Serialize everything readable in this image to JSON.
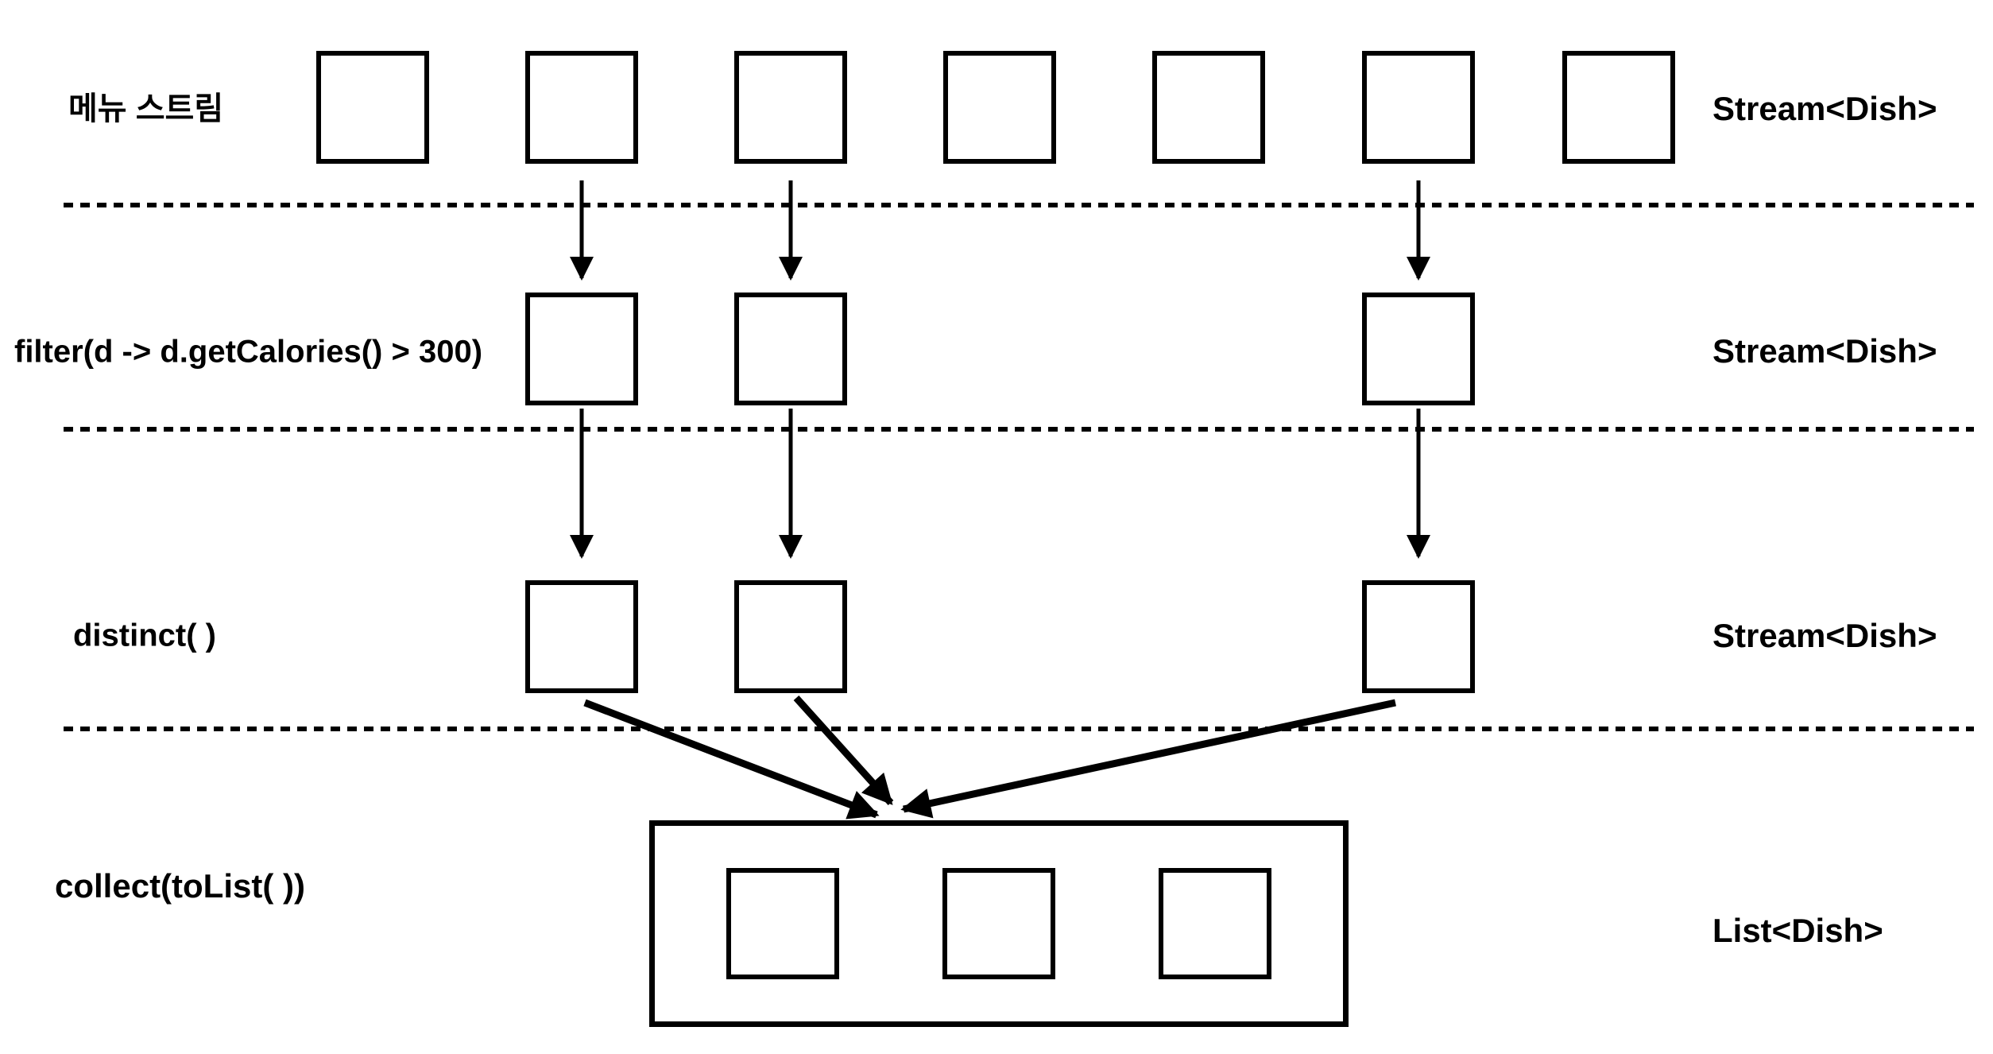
{
  "page": {
    "background": "#ffffff",
    "ink": "#000000",
    "description": "Java stream pipeline diagram: menu stream filtered, deduplicated and collected to a list"
  },
  "diagram": {
    "rows": [
      {
        "id": "menu",
        "label": "메뉴 스트림",
        "type_label": "Stream<Dish>",
        "element_count": 7,
        "columns": [
          1,
          2,
          3,
          4,
          5,
          6,
          7
        ]
      },
      {
        "id": "filter",
        "label": "filter(d -> d.getCalories() > 300)",
        "type_label": "Stream<Dish>",
        "element_count": 3,
        "columns": [
          2,
          3,
          6
        ]
      },
      {
        "id": "distinct",
        "label": "distinct( )",
        "type_label": "Stream<Dish>",
        "element_count": 3,
        "columns": [
          2,
          3,
          6
        ]
      },
      {
        "id": "collect",
        "label": "collect(toList( ))",
        "type_label": "List<Dish>",
        "element_count": 3,
        "items": 3
      }
    ],
    "connections": {
      "menu_to_filter_columns": [
        2,
        3,
        6
      ],
      "filter_to_distinct_columns": [
        2,
        3,
        6
      ],
      "distinct_to_collect": "three arrows converge onto collected list box"
    },
    "separator_count": 3
  }
}
